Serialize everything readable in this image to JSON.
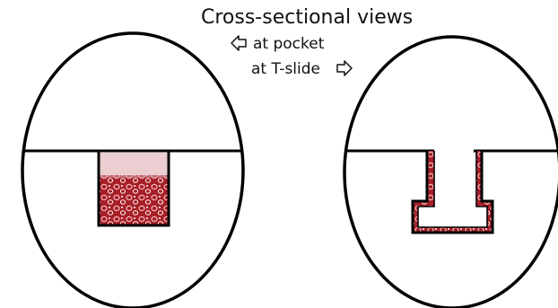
{
  "labels": {
    "title": "Cross-sectional views",
    "left_label": "at pocket",
    "right_label": "at T-slide"
  },
  "colors": {
    "outline": "#000000",
    "beads_fill": "#a81f26",
    "beads_ring": "#f3b8c2",
    "beads_highlight": "#ffffff"
  },
  "icons": {
    "left": "open-left-arrow-icon",
    "right": "open-right-arrow-icon"
  }
}
